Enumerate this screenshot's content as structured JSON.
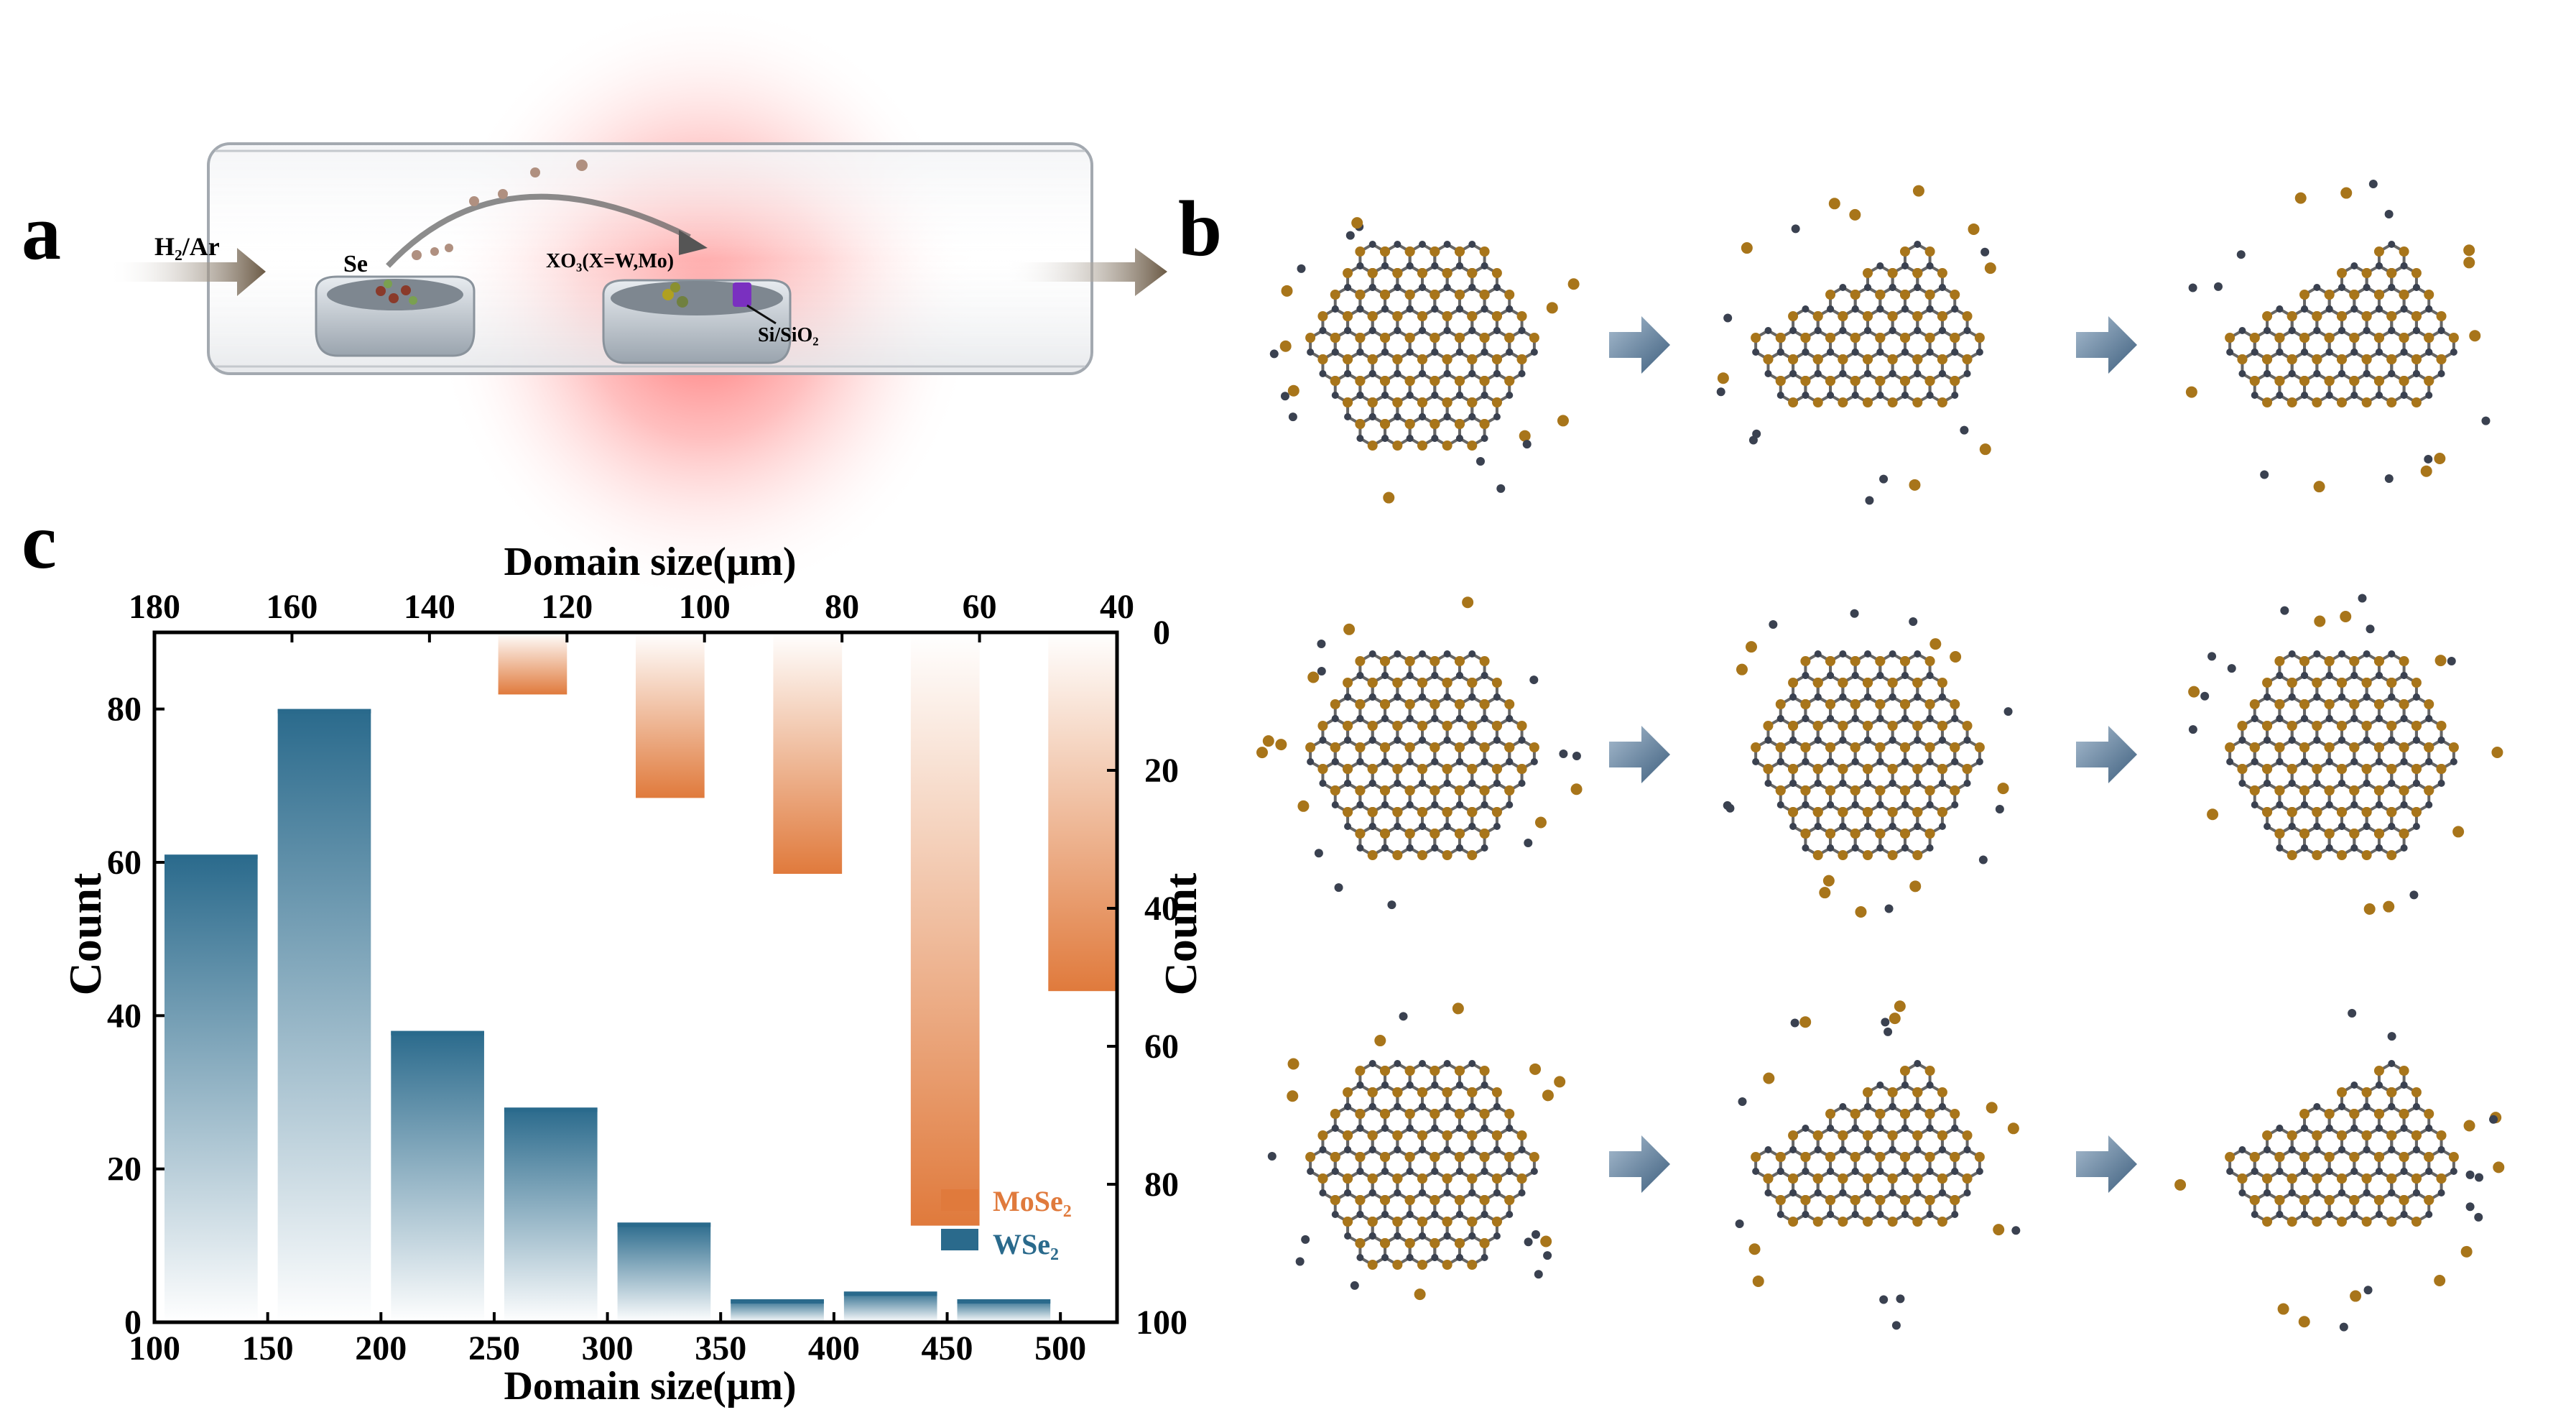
{
  "panels": {
    "a": {
      "label": "a",
      "gas": "H₂/Ar",
      "precursor": "Se",
      "oxide": "XO₃(X=W,Mo)",
      "substrate": "Si/SiO₂"
    },
    "b": {
      "label": "b"
    },
    "c": {
      "label": "c"
    }
  },
  "colors": {
    "wse2": "#2a6a8c",
    "mose2": "#e07a3c",
    "se_atom": "#a8751a",
    "metal_atom": "#3a4150",
    "arrow": "#5a7a98",
    "furnace_glow": "#ff5a5a"
  },
  "chart_data": {
    "type": "bar",
    "xlabel": "Domain size(µm)",
    "ylabel": "Count",
    "x_ticks": [
      "100",
      "150",
      "200",
      "250",
      "300",
      "350",
      "400",
      "450",
      "500"
    ],
    "xlim": [
      100,
      525
    ],
    "ylim": [
      0,
      90
    ],
    "y_ticks": [
      "0",
      "20",
      "40",
      "60",
      "80"
    ],
    "top_xlabel": "Domain size(µm)",
    "top_x_ticks": [
      "180",
      "160",
      "140",
      "120",
      "100",
      "80",
      "60",
      "40"
    ],
    "top_xlim": [
      180,
      40
    ],
    "right_ylabel": "Count",
    "right_y_ticks": [
      "0",
      "20",
      "40",
      "60",
      "80",
      "100"
    ],
    "right_ylim": [
      0,
      100
    ],
    "legend_position": "bottom-right",
    "series": [
      {
        "name": "WSe₂",
        "axis": "bottom-left",
        "bins": [
          [
            100,
            150
          ],
          [
            150,
            200
          ],
          [
            200,
            250
          ],
          [
            250,
            300
          ],
          [
            300,
            350
          ],
          [
            350,
            400
          ],
          [
            400,
            450
          ],
          [
            450,
            500
          ]
        ],
        "values": [
          61,
          80,
          38,
          28,
          13,
          3,
          4,
          3
        ]
      },
      {
        "name": "MoSe₂",
        "axis": "top-right",
        "bins": [
          [
            130,
            120
          ],
          [
            110,
            100
          ],
          [
            90,
            80
          ],
          [
            70,
            60
          ],
          [
            50,
            40
          ]
        ],
        "values": [
          9,
          24,
          35,
          86,
          52
        ]
      }
    ]
  }
}
